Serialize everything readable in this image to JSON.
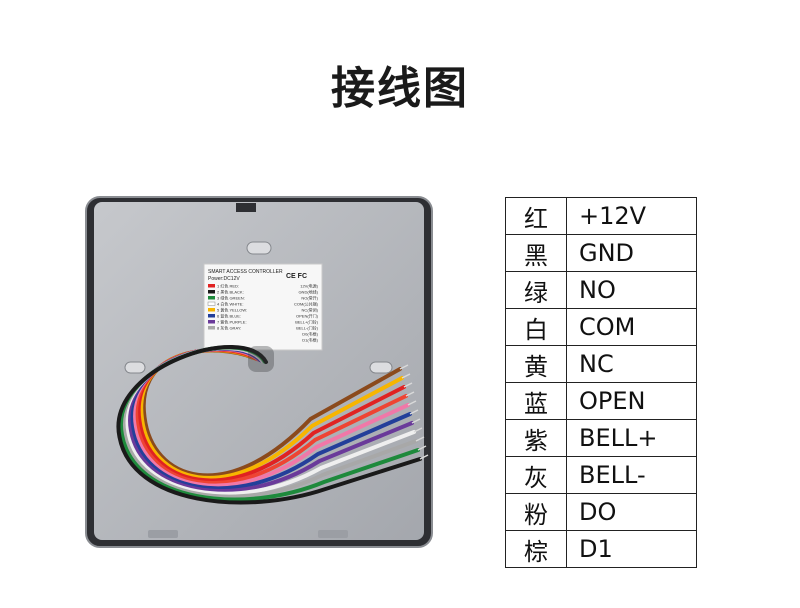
{
  "title": "接线图",
  "device": {
    "label_title": "SMART ACCESS CONTROLLER",
    "label_power": "Power:DC12V",
    "label_certs": "CE FC",
    "label_left": [
      "1 红色 RED:",
      "2 黑色 BLACK:",
      "3 绿色 GREEN:",
      "4 白色 WHITE:",
      "5 黄色 YELLOW:",
      "6 蓝色 BLUE:",
      "7 紫色 PURPLE:",
      "8 灰色 GRAY:"
    ],
    "label_right": [
      "12V(电源)",
      "GND(地线)",
      "NO(常开)",
      "COM(公共端)",
      "NC(常闭)",
      "OPEN(开门)",
      "BELL+(门铃)",
      "BELL-(门铃)",
      "D0(韦根)",
      "D1(韦根)"
    ],
    "wire_colors": [
      "#8b4a1c",
      "#f7b500",
      "#e02222",
      "#ee4433",
      "#f078a8",
      "#233f9a",
      "#6a3a9a",
      "#efefef",
      "#a8a8a8",
      "#1e8a3c",
      "#1a1a1a"
    ]
  },
  "wiring_table": {
    "rows": [
      {
        "color": "红",
        "signal": "+12V"
      },
      {
        "color": "黑",
        "signal": "GND"
      },
      {
        "color": "绿",
        "signal": "NO"
      },
      {
        "color": "白",
        "signal": "COM"
      },
      {
        "color": "黄",
        "signal": "NC"
      },
      {
        "color": "蓝",
        "signal": "OPEN"
      },
      {
        "color": "紫",
        "signal": "BELL+"
      },
      {
        "color": "灰",
        "signal": "BELL-"
      },
      {
        "color": "粉",
        "signal": "DO"
      },
      {
        "color": "棕",
        "signal": "D1"
      }
    ]
  }
}
